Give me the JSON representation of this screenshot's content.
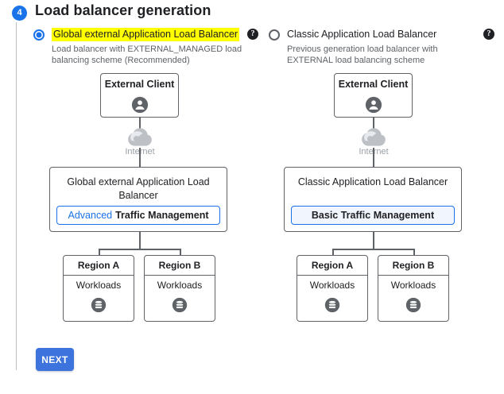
{
  "header": {
    "step_number": "4",
    "title": "Load balancer generation"
  },
  "options": [
    {
      "id": "global-external-application-load-balancer",
      "label": "Global external Application Load Balancer",
      "description": "Load balancer with EXTERNAL_MANAGED load balancing scheme (Recommended)",
      "selected": "true",
      "highlighted": "true",
      "help_icon": "help-icon",
      "help_glyph": "?",
      "diagram": {
        "client_box": "External Client",
        "client_icon": "person-icon",
        "cloud_icon": "cloud-icon",
        "cloud_label": "Internet",
        "lb_title": "Global external Application Load Balancer",
        "traffic_chip_accent": "Advanced",
        "traffic_chip_text": "Traffic Management",
        "regions": [
          {
            "name": "Region A",
            "workloads": "Workloads",
            "icon": "database-icon"
          },
          {
            "name": "Region B",
            "workloads": "Workloads",
            "icon": "database-icon"
          }
        ]
      }
    },
    {
      "id": "classic-application-load-balancer",
      "label": "Classic Application Load Balancer",
      "description": "Previous generation load balancer with EXTERNAL load balancing scheme",
      "selected": "false",
      "highlighted": "false",
      "help_icon": "help-icon",
      "help_glyph": "?",
      "diagram": {
        "client_box": "External Client",
        "client_icon": "person-icon",
        "cloud_icon": "cloud-icon",
        "cloud_label": "Internet",
        "lb_title": "Classic Application Load Balancer",
        "traffic_chip_accent": "",
        "traffic_chip_text": "Basic Traffic Management",
        "regions": [
          {
            "name": "Region A",
            "workloads": "Workloads",
            "icon": "database-icon"
          },
          {
            "name": "Region B",
            "workloads": "Workloads",
            "icon": "database-icon"
          }
        ]
      }
    }
  ],
  "footer": {
    "next_label": "NEXT"
  },
  "colors": {
    "accent_blue": "#1a73e8",
    "button_blue": "#3c73dd",
    "highlight_yellow": "#ffff00",
    "line_gray": "#5f6368",
    "muted_text": "#5f6368",
    "cloud_gray": "#9aa0a6"
  }
}
